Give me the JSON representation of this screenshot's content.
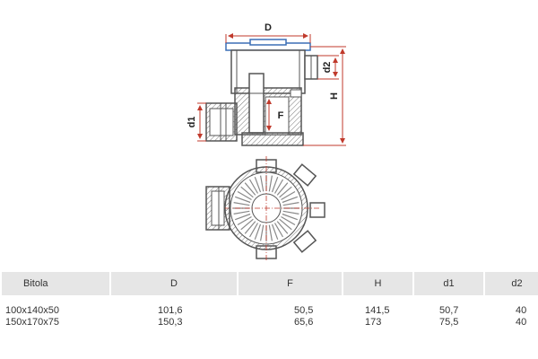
{
  "dimension_labels": {
    "D": "D",
    "H": "H",
    "F": "F",
    "d1": "d1",
    "d2": "d2"
  },
  "colors": {
    "line": "#555555",
    "dimension": "#c0392b",
    "lid": "#3b6fb6",
    "header_bg": "#e6e6e6"
  },
  "table": {
    "headers": [
      "Bitola",
      "D",
      "F",
      "H",
      "d1",
      "d2"
    ],
    "rows": [
      [
        "100x140x50",
        "101,6",
        "50,5",
        "141,5",
        "50,7",
        "40"
      ],
      [
        "150x170x75",
        "150,3",
        "65,6",
        "173",
        "75,5",
        "40"
      ]
    ]
  }
}
